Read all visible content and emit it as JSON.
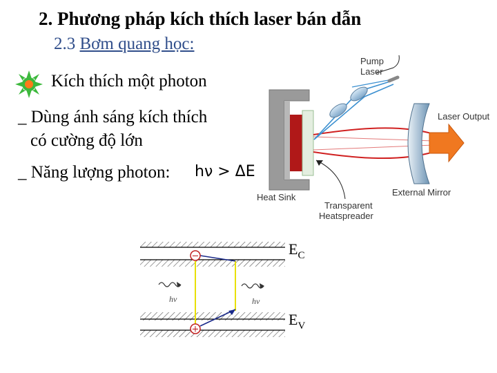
{
  "slide": {
    "title": "2. Phương pháp kích thích laser bán dẫn",
    "subtitle_prefix": "2.3 ",
    "subtitle_underlined": "Bơm quang học:",
    "bullet": "Kích thích một photon",
    "line1": "_ Dùng ánh sáng kích thích",
    "line2": "có cường độ lớn",
    "line3": "_ Năng lượng photon:",
    "formula": "hν > ΔE"
  },
  "laser_diagram": {
    "pump_label_1": "Pump",
    "pump_label_2": "Laser",
    "output_label": "Laser Output",
    "mirror_label": "External Mirror",
    "heatsink_label": "Heat Sink",
    "spreader_label_1": "Transparent",
    "spreader_label_2": "Heatspreader"
  },
  "band_diagram": {
    "ec_main": "E",
    "ec_sub": "C",
    "ev_main": "E",
    "ev_sub": "V",
    "hv_left": "hν",
    "hv_right": "hν",
    "minus_sign": "−",
    "plus_sign": "+"
  },
  "colors": {
    "subtitle": "#2f4d8a",
    "bullet_petal": "#3cb83c",
    "bullet_center": "#ff7a1a",
    "laser_red": "#d02020",
    "pump_blue": "#3a8fd0",
    "output_arrow": "#f07820",
    "transition_line": "#e8e000"
  }
}
